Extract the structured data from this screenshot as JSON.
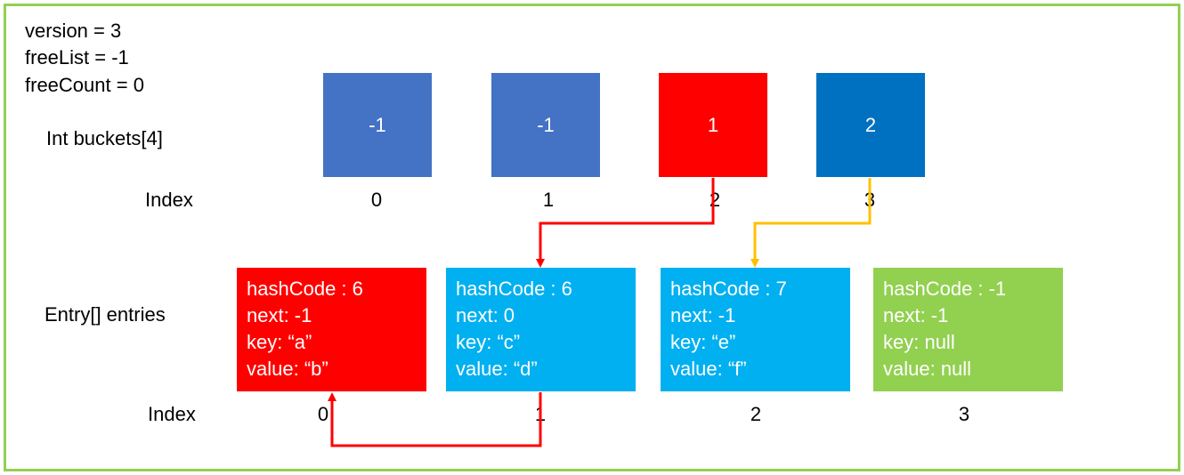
{
  "meta": {
    "version": "version = 3",
    "freeList": "freeList = -1",
    "freeCount": "freeCount = 0"
  },
  "buckets": {
    "label": "Int buckets[4]",
    "index_label": "Index",
    "items": [
      {
        "value": "-1",
        "index": "0",
        "color": "#4472c4"
      },
      {
        "value": "-1",
        "index": "1",
        "color": "#4472c4"
      },
      {
        "value": "1",
        "index": "2",
        "color": "#ff0000"
      },
      {
        "value": "2",
        "index": "3",
        "color": "#0070c0"
      }
    ]
  },
  "entries": {
    "label": "Entry[] entries",
    "index_label": "Index",
    "items": [
      {
        "hashCode": "hashCode : 6",
        "next": "next: -1",
        "key": "key: “a”",
        "value": "value: “b”",
        "index": "0",
        "color": "#ff0000"
      },
      {
        "hashCode": "hashCode : 6",
        "next": "next: 0",
        "key": "key: “c”",
        "value": "value: “d”",
        "index": "1",
        "color": "#00b0f0"
      },
      {
        "hashCode": "hashCode : 7",
        "next": "next: -1",
        "key": "key: “e”",
        "value": "value: “f”",
        "index": "2",
        "color": "#00b0f0"
      },
      {
        "hashCode": "hashCode : -1",
        "next": "next: -1",
        "key": "key: null",
        "value": "value: null",
        "index": "3",
        "color": "#92d050"
      }
    ]
  },
  "colors": {
    "frame": "#92d050",
    "arrow_red": "#ff0000",
    "arrow_orange": "#ffc000"
  }
}
